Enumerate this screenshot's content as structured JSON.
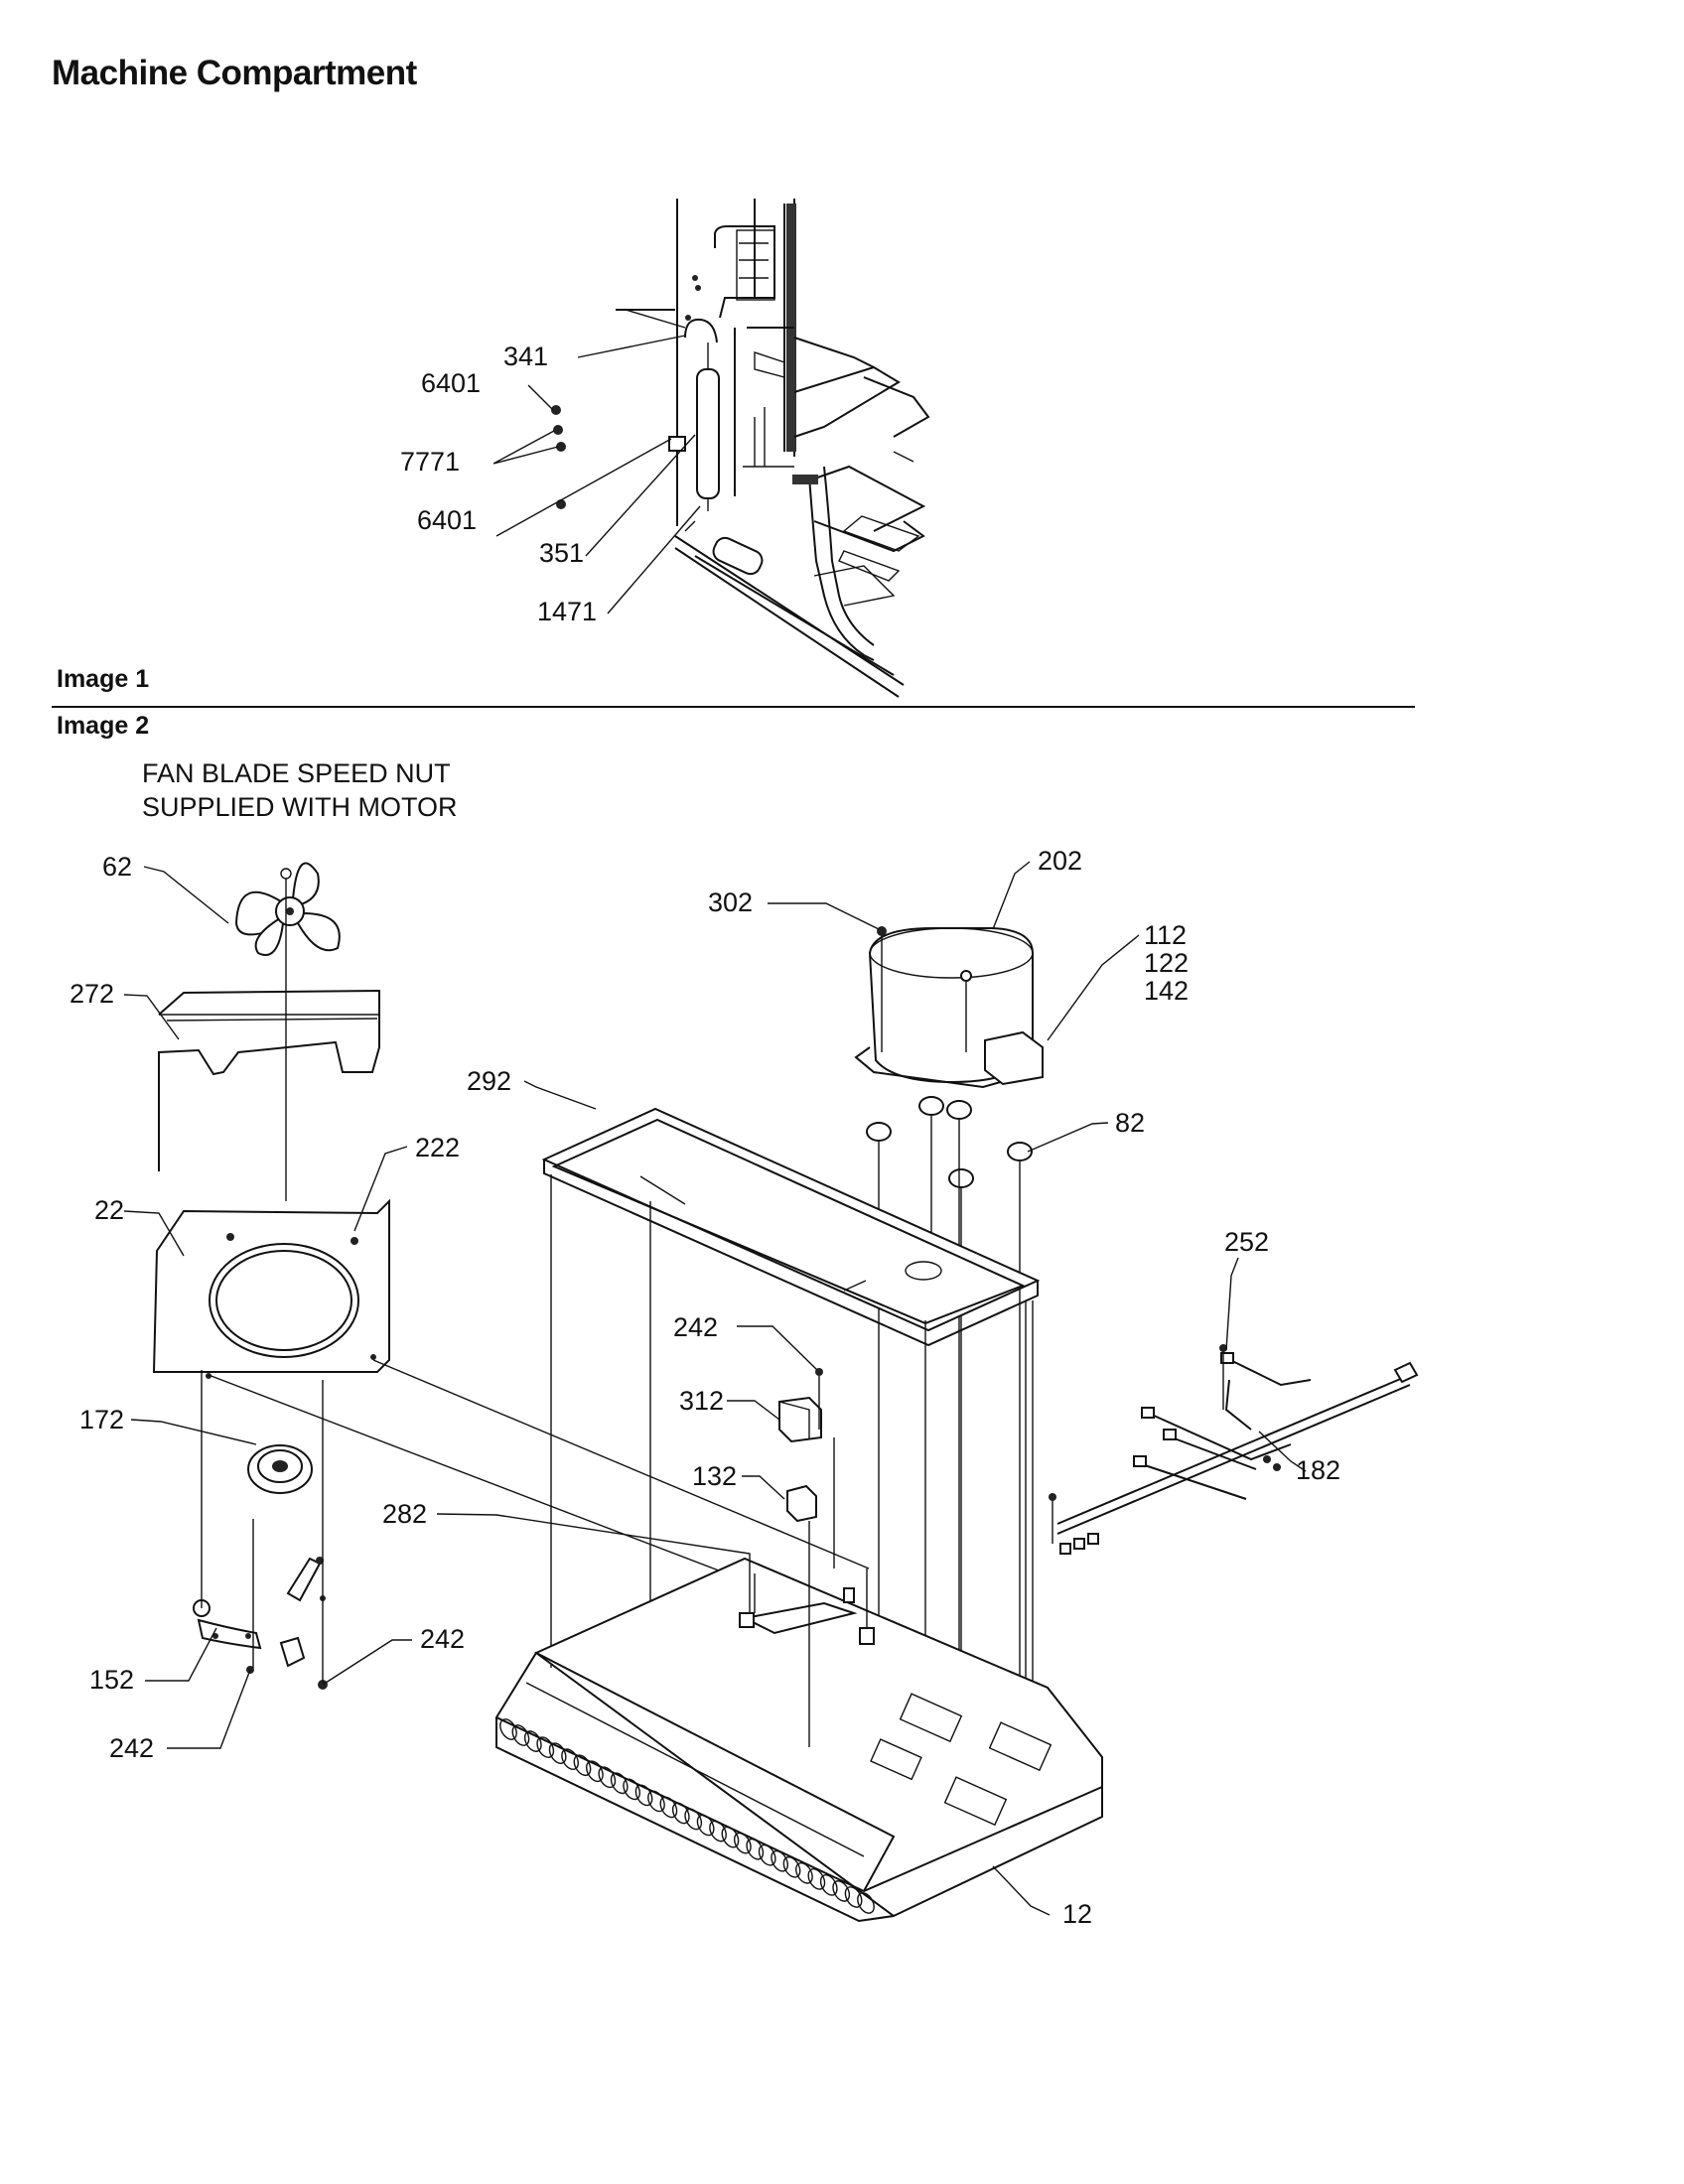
{
  "title": "Machine Compartment",
  "image1": {
    "caption": "Image 1",
    "callouts": [
      "341",
      "6401",
      "7771",
      "6401",
      "351",
      "1471"
    ]
  },
  "image2": {
    "caption": "Image 2",
    "note": [
      "FAN BLADE SPEED NUT",
      "SUPPLIED WITH MOTOR"
    ],
    "callouts": [
      "62",
      "272",
      "222",
      "22",
      "172",
      "152",
      "242",
      "242",
      "302",
      "202",
      "112",
      "122",
      "142",
      "292",
      "82",
      "252",
      "242",
      "312",
      "132",
      "182",
      "282",
      "12"
    ]
  }
}
